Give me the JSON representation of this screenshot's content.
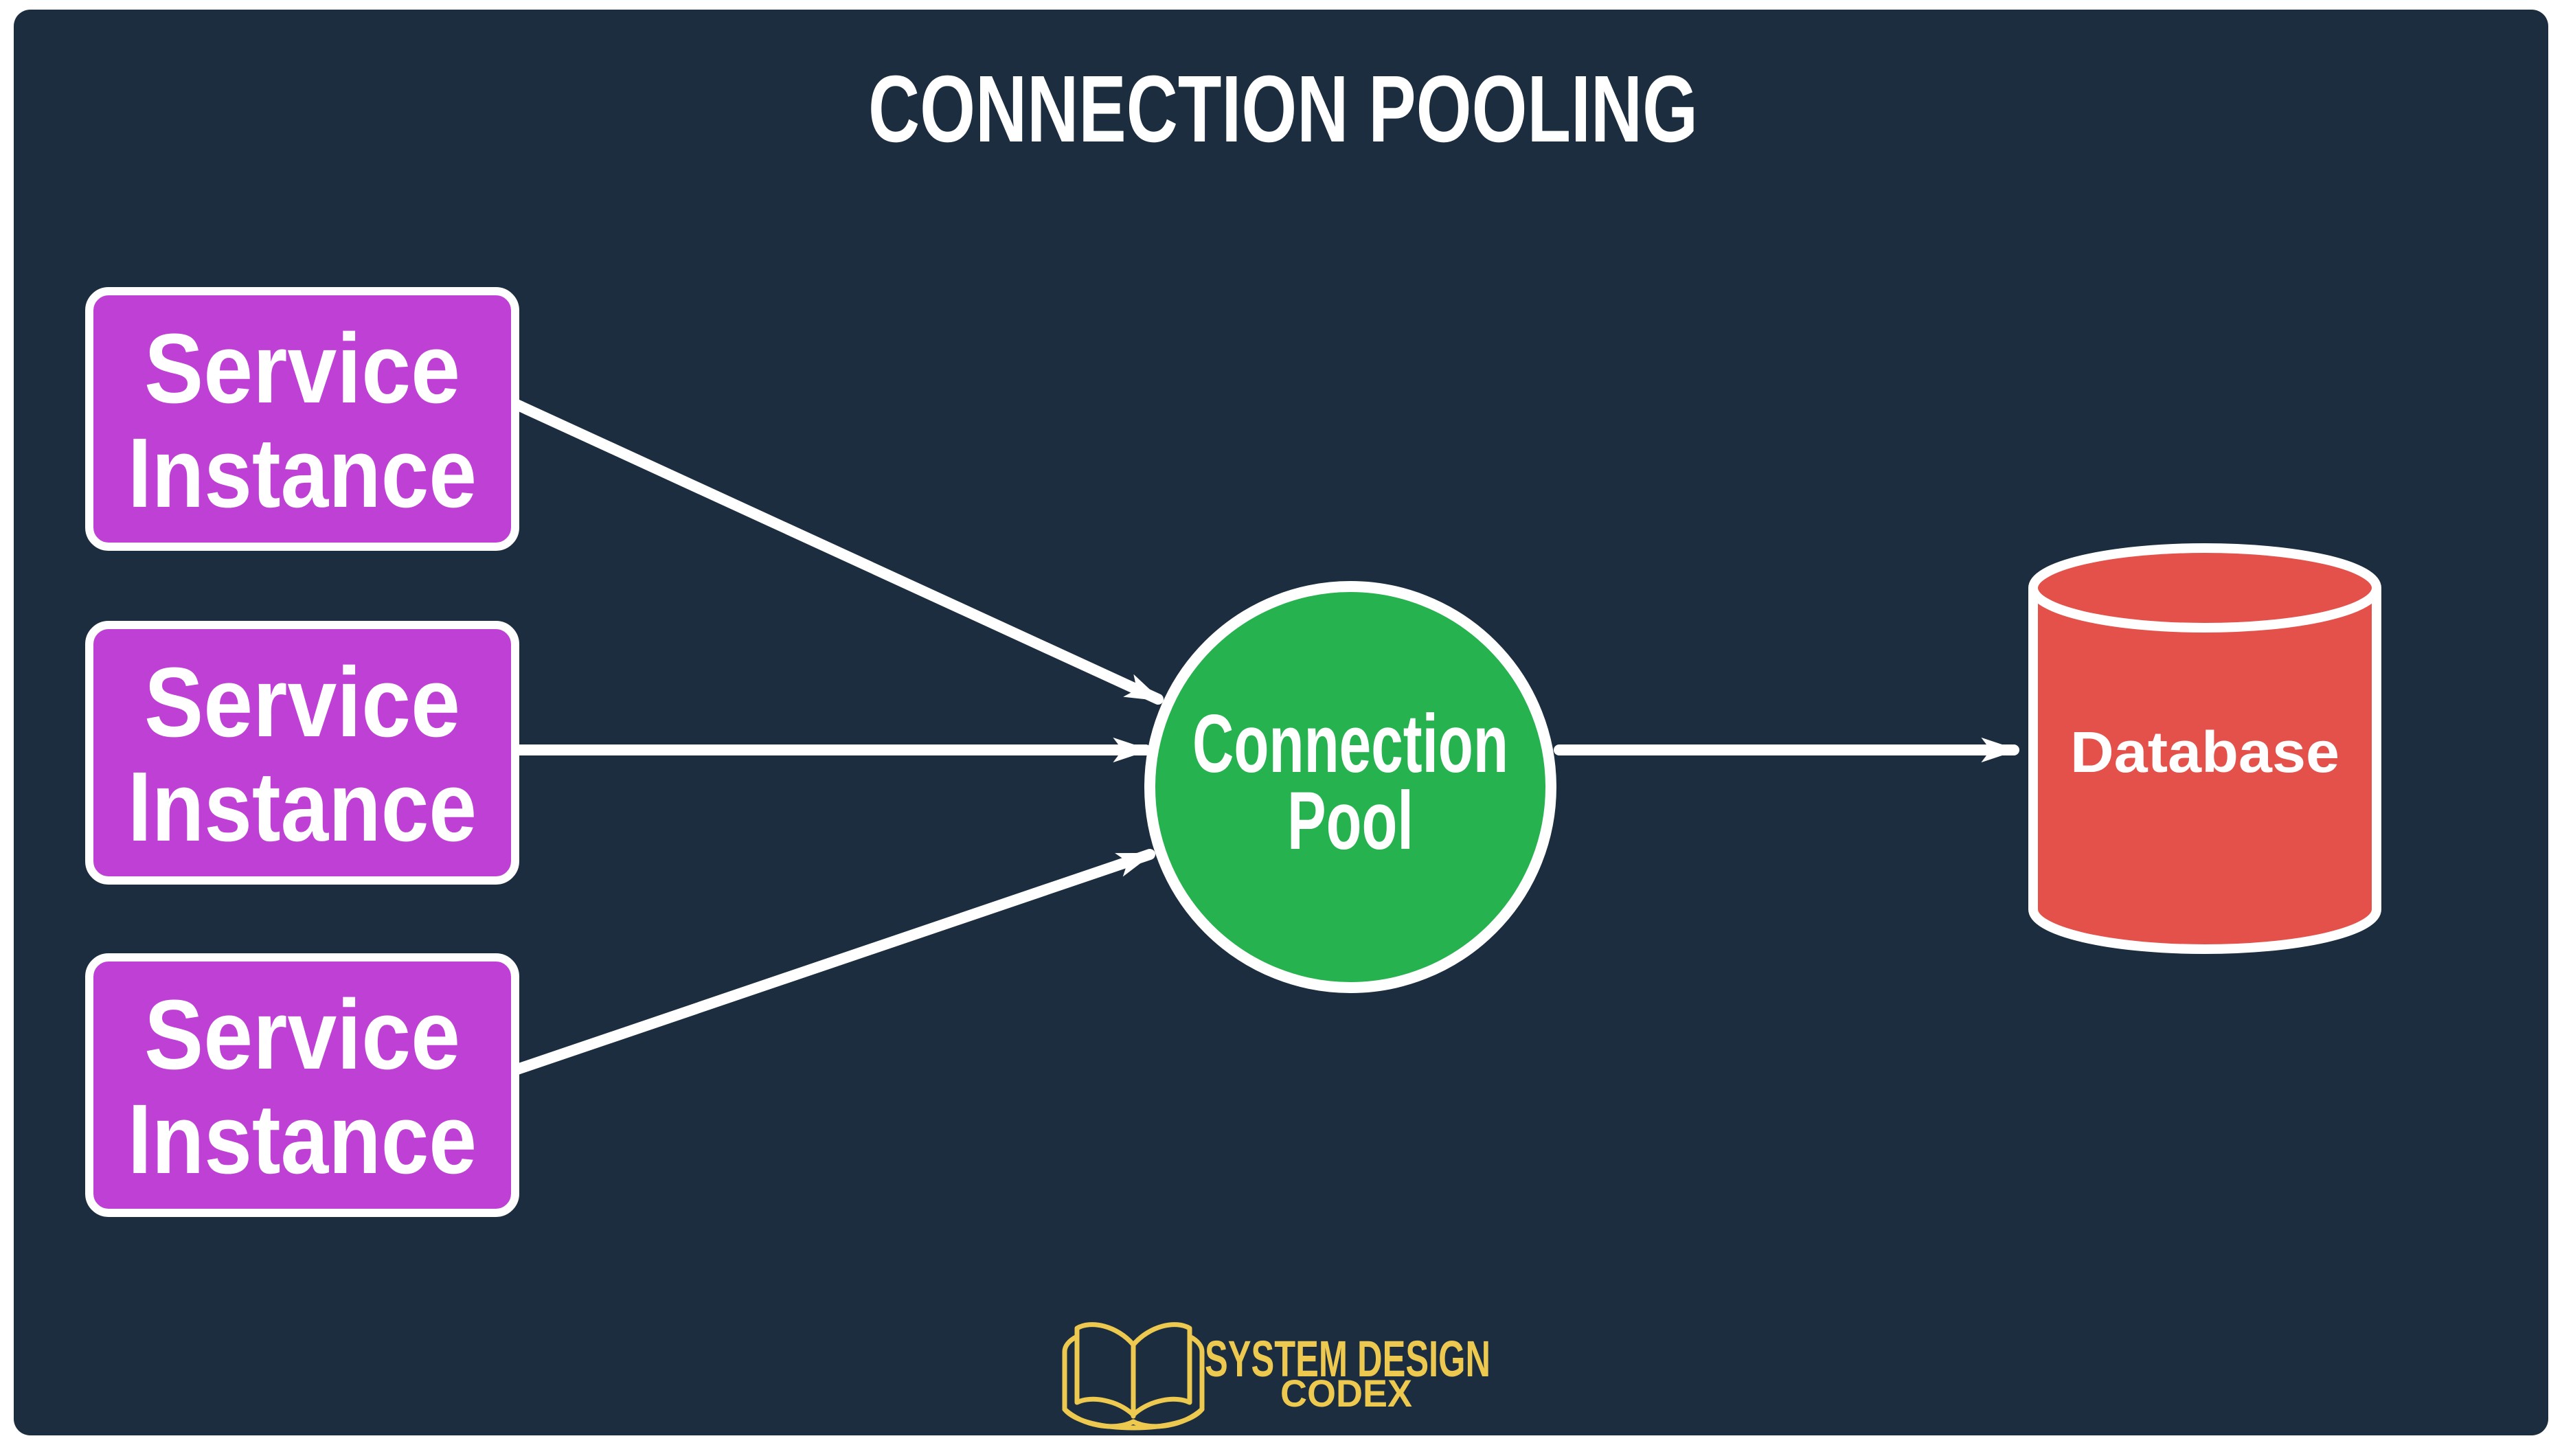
{
  "title": "CONNECTION POOLING",
  "diagram": {
    "service_instances": [
      {
        "line1": "Service",
        "line2": "Instance"
      },
      {
        "line1": "Service",
        "line2": "Instance"
      },
      {
        "line1": "Service",
        "line2": "Instance"
      }
    ],
    "connection_pool": {
      "line1": "Connection",
      "line2": "Pool"
    },
    "database": {
      "label": "Database"
    },
    "edges": [
      {
        "from": "service-instance-1",
        "to": "connection-pool"
      },
      {
        "from": "service-instance-2",
        "to": "connection-pool"
      },
      {
        "from": "service-instance-3",
        "to": "connection-pool"
      },
      {
        "from": "connection-pool",
        "to": "database"
      }
    ]
  },
  "branding": {
    "name_line1": "SYSTEM DESIGN",
    "name_line2": "CODEX"
  },
  "colors": {
    "canvas_background": "#ffffff",
    "panel_background": "#1b2d3e",
    "service_box": "#bf40d4",
    "pool_circle": "#26b24e",
    "database_cylinder": "#e4514b",
    "connector": "#ffffff",
    "text": "#ffffff",
    "brand_gold": "#edc94f"
  }
}
